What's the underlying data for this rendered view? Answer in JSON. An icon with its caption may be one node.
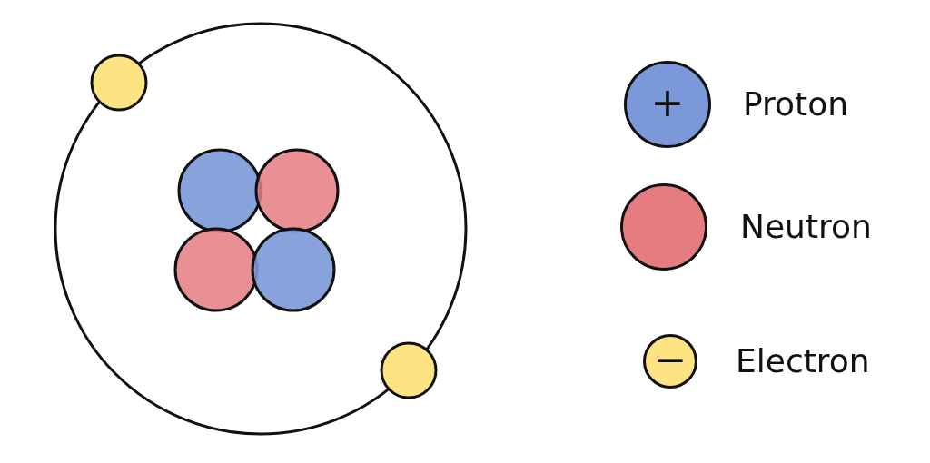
{
  "diagram": {
    "labels": [
      "+",
      "−"
    ],
    "legend": [
      {
        "text": "Proton",
        "color": "#7b98d8"
      },
      {
        "text": "Neutron",
        "color": "#e47c80"
      },
      {
        "text": "Electron",
        "color": "#fde382"
      }
    ]
  }
}
